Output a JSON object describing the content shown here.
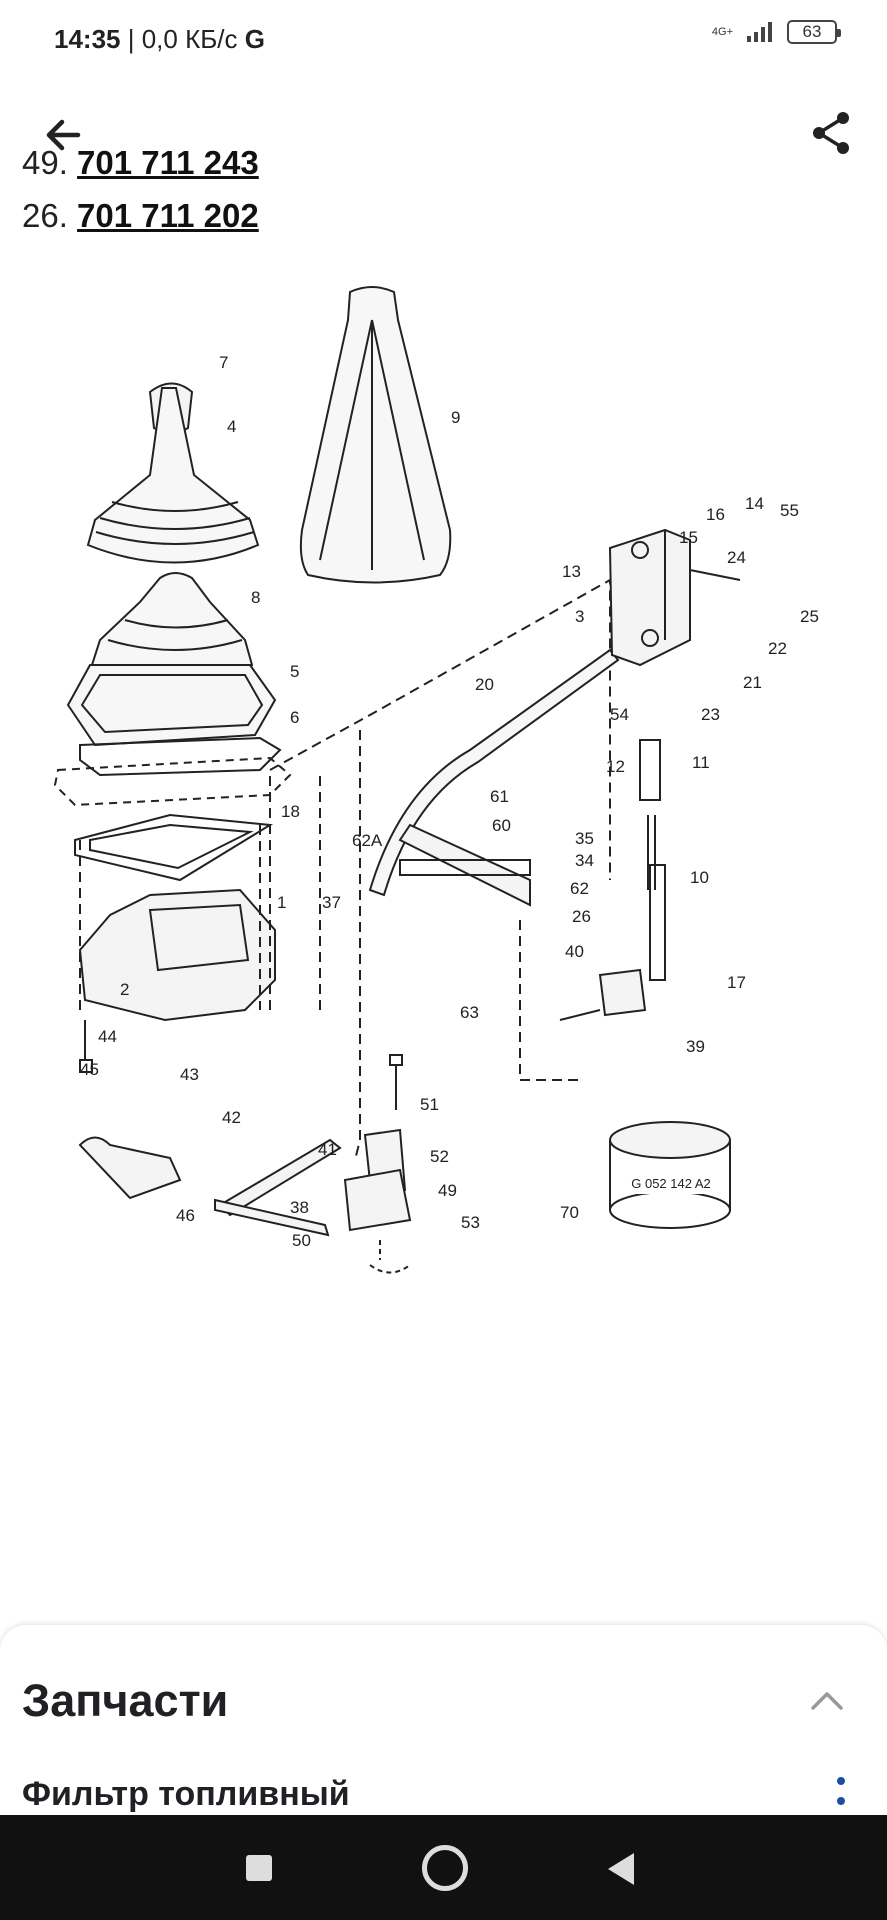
{
  "status_bar": {
    "time": "14:35",
    "separator": " | ",
    "network_speed": "0,0 КБ/с",
    "account_letter": "G",
    "network_type": "4G+",
    "battery": "63"
  },
  "top_bar": {
    "back_icon": "arrow-left-icon",
    "share_icon": "share-icon"
  },
  "links": [
    {
      "prefix": "49. ",
      "code": "701 711 243"
    },
    {
      "prefix": "26. ",
      "code": "701 711 202"
    }
  ],
  "diagram": {
    "callouts": [
      "7",
      "4",
      "9",
      "8",
      "5",
      "6",
      "18",
      "1",
      "2",
      "14",
      "16",
      "15",
      "55",
      "24",
      "13",
      "3",
      "25",
      "22",
      "21",
      "23",
      "20",
      "54",
      "11",
      "12",
      "61",
      "60",
      "62A",
      "35",
      "34",
      "62",
      "10",
      "37",
      "26",
      "40",
      "17",
      "39",
      "44",
      "45",
      "43",
      "42",
      "51",
      "52",
      "41",
      "49",
      "38",
      "53",
      "50",
      "46",
      "70",
      "63"
    ],
    "part_label": "G 052 142 A2"
  },
  "sheet": {
    "title": "Запчасти",
    "item_title": "Фильтр топливный",
    "collapse_icon": "chevron-up-icon",
    "more_icon": "more-vertical-icon"
  },
  "nav_bar": {
    "recent_icon": "square-icon",
    "home_icon": "circle-icon",
    "back_icon": "triangle-back-icon"
  }
}
